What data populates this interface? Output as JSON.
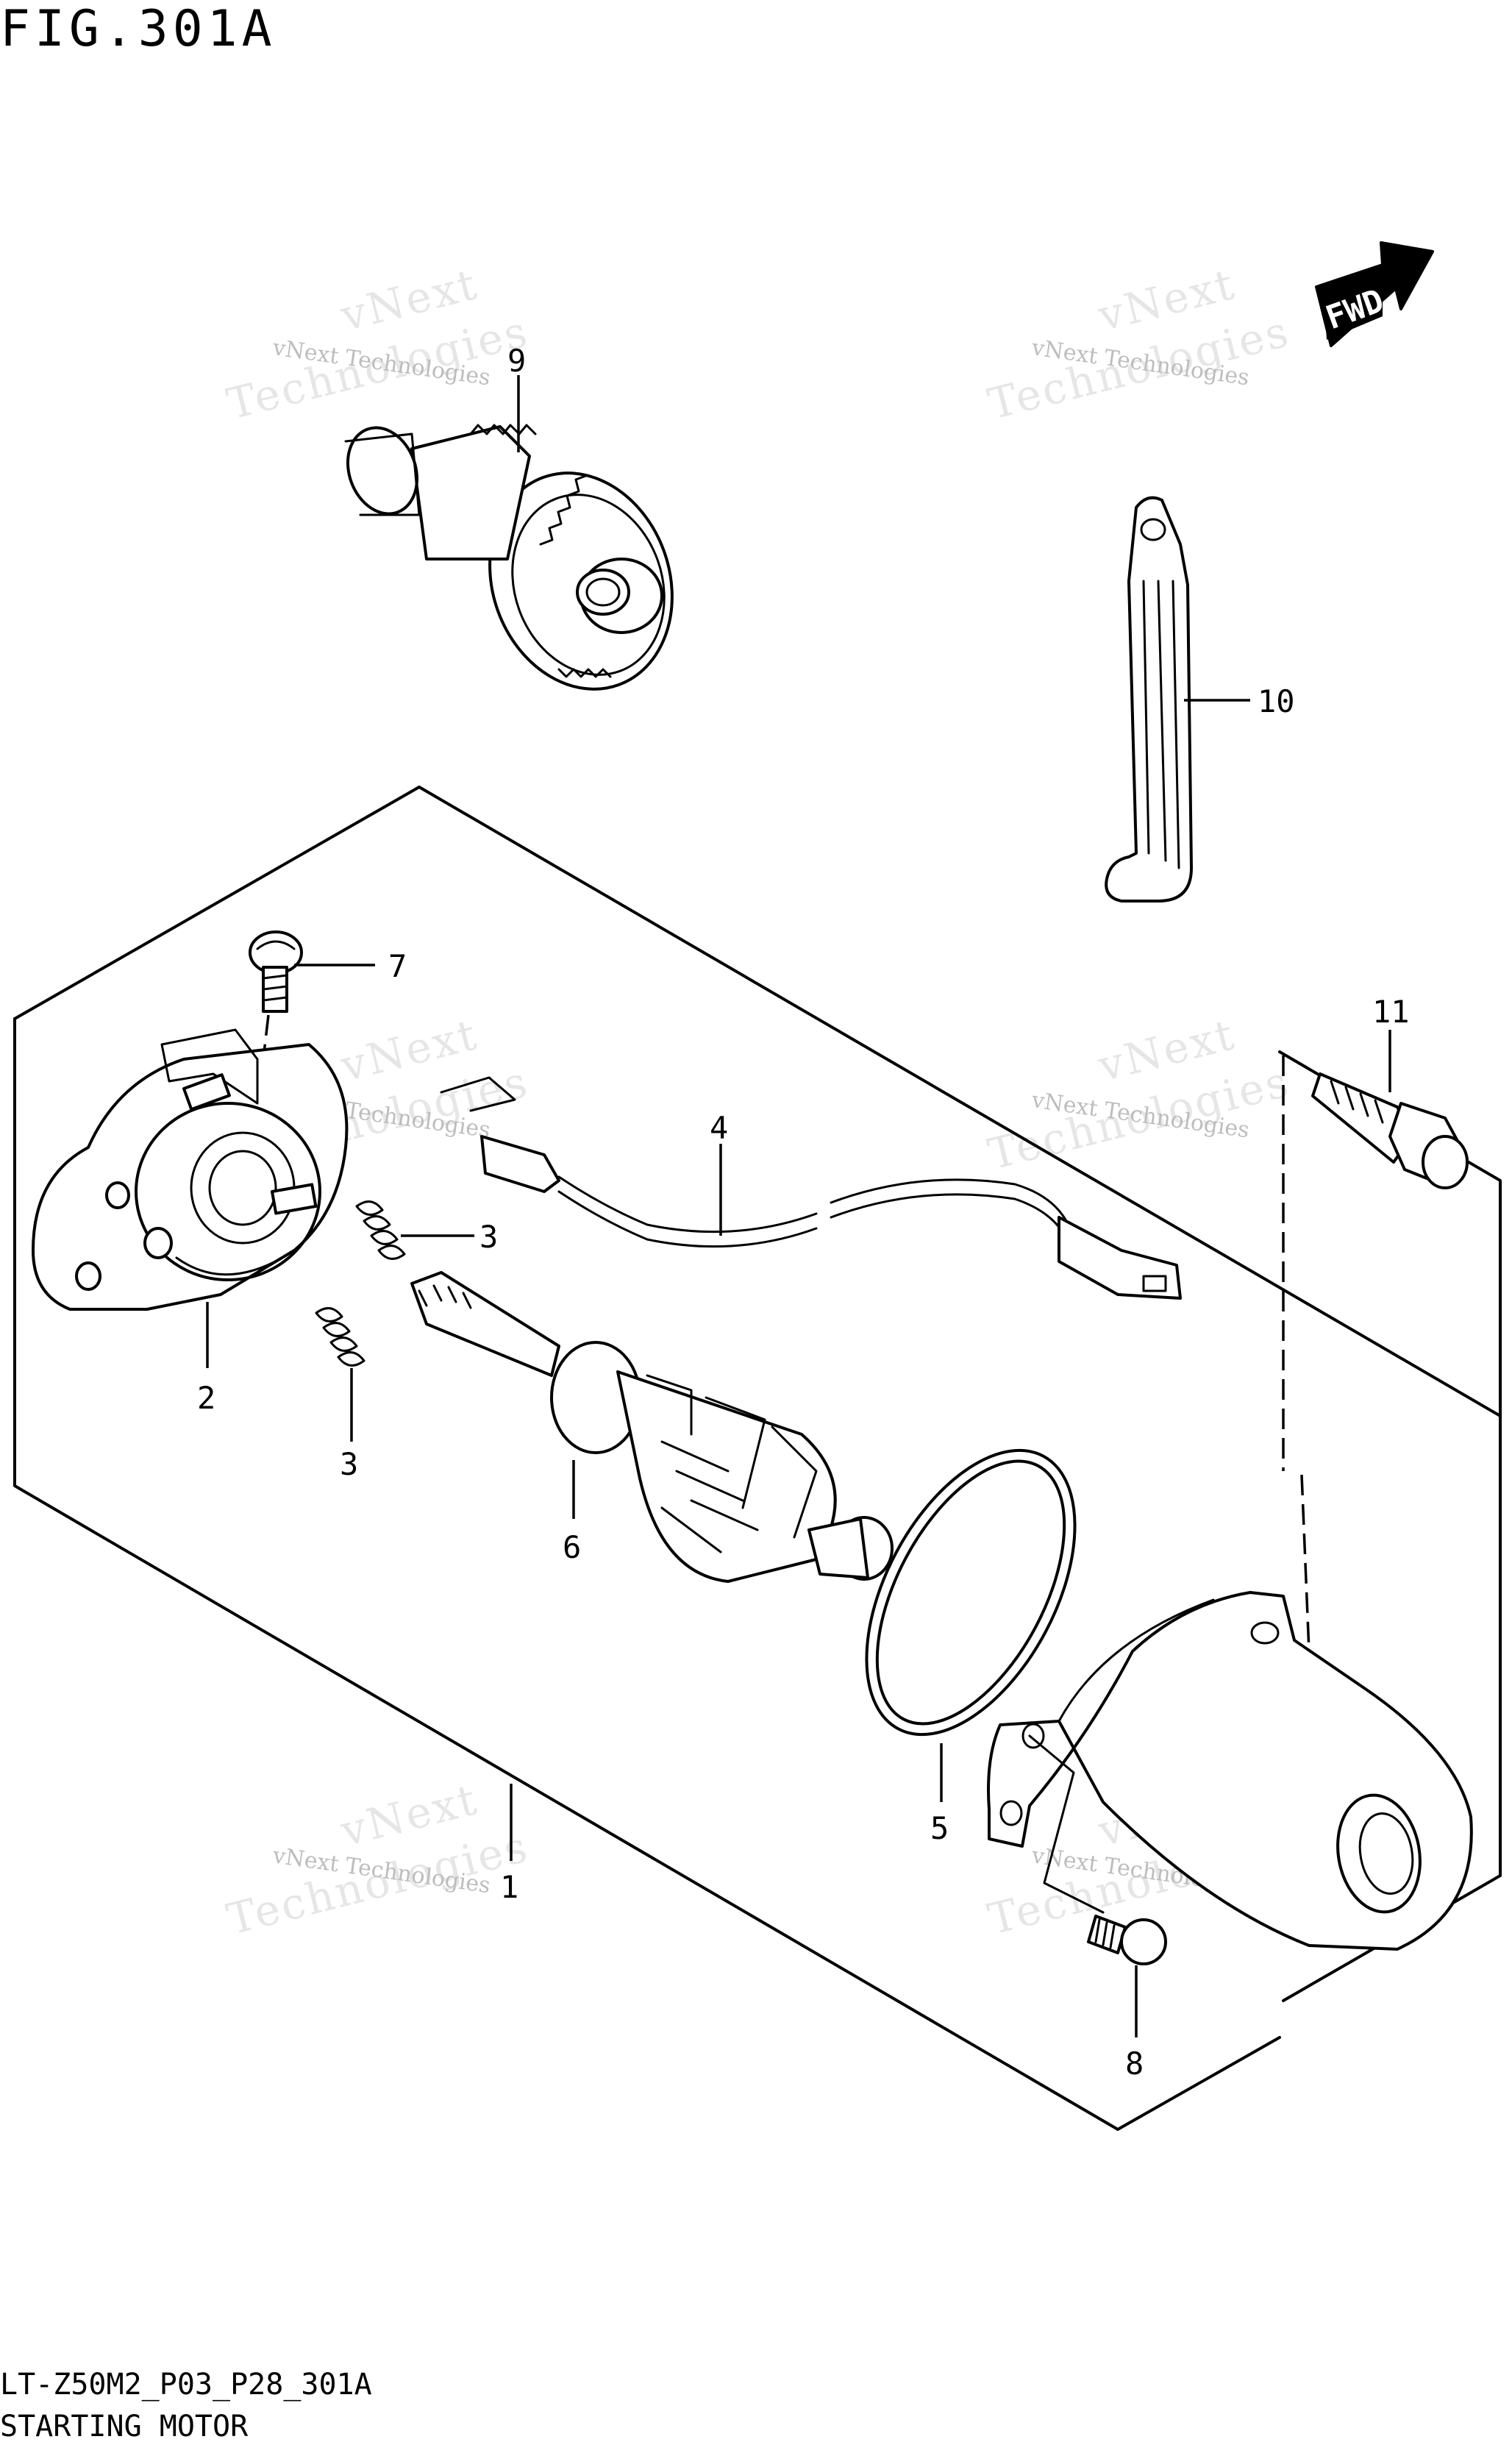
{
  "figure_title": "FIG.301A",
  "fwd_badge": "FWD",
  "watermark": {
    "line1": "vNext Technologies",
    "brand_top": "vNext",
    "brand_bottom": "Technologies"
  },
  "callouts": {
    "c1": "1",
    "c2": "2",
    "c3a": "3",
    "c3b": "3",
    "c4": "4",
    "c5": "5",
    "c6": "6",
    "c7": "7",
    "c8": "8",
    "c9": "9",
    "c10": "10",
    "c11": "11"
  },
  "footer": {
    "model_code": "LT-Z50M2_P03_P28_301A",
    "caption": "STARTING MOTOR"
  }
}
